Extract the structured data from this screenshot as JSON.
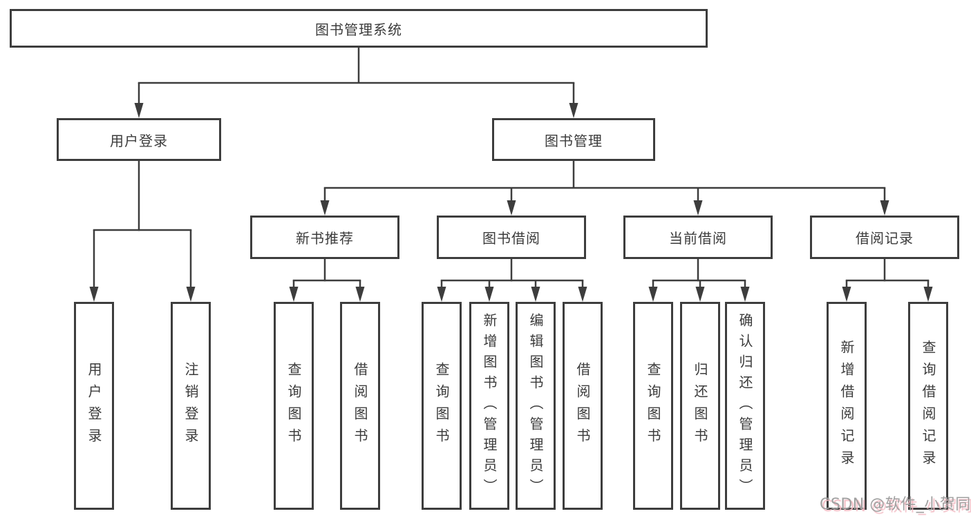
{
  "diagram": {
    "watermark_text": "CSDN @软件_小贺同学",
    "colors": {
      "line": "#3d3d3d",
      "box_border": "#3d3d3d",
      "text": "#3b3b3b",
      "watermark_gray": "#a0a0a0",
      "watermark_pink": "#f3bcc4",
      "background": "#ffffff"
    }
  },
  "nodes": {
    "root": {
      "label": "图书管理系统"
    },
    "level2": [
      {
        "label": "用户登录"
      },
      {
        "label": "图书管理"
      }
    ],
    "level3": [
      {
        "label": "新书推荐"
      },
      {
        "label": "图书借阅"
      },
      {
        "label": "当前借阅"
      },
      {
        "label": "借阅记录"
      }
    ],
    "leaves": [
      {
        "label": "用户登录"
      },
      {
        "label": "注销登录"
      },
      {
        "label": "查询图书"
      },
      {
        "label": "借阅图书"
      },
      {
        "label": "查询图书"
      },
      {
        "label": "新增图书（管理员）"
      },
      {
        "label": "编辑图书（管理员）"
      },
      {
        "label": "借阅图书"
      },
      {
        "label": "查询图书"
      },
      {
        "label": "归还图书"
      },
      {
        "label": "确认归还（管理员）"
      },
      {
        "label": "新增借阅记录"
      },
      {
        "label": "查询借阅记录"
      }
    ]
  }
}
